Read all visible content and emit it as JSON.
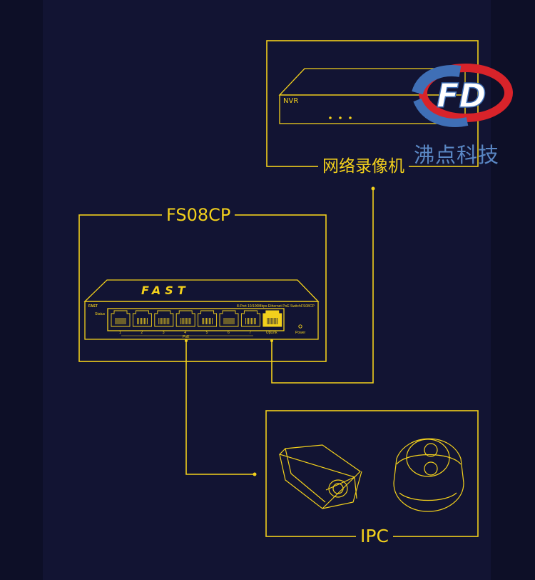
{
  "nvr": {
    "device_label": "NVR",
    "caption": "网络录像机"
  },
  "switch": {
    "model_title": "FS08CP",
    "brand_logo": "FAST",
    "panel_brand": "FAST",
    "panel_desc": "8-Port 10/100Mbps Ethernet PoE Switch",
    "panel_model": "FS08CP",
    "status_label": "Status",
    "port_numbers": [
      "1",
      "2",
      "3",
      "4",
      "5",
      "6",
      "7"
    ],
    "uplink_label": "UpLink",
    "poe_label": "PoE",
    "power_label": "Power"
  },
  "ipc": {
    "caption": "IPC"
  },
  "watermark": {
    "text": "沸点科技",
    "logo_letters": "FD",
    "logo_icon": "fd-logo-icon"
  },
  "colors": {
    "line": "#f2d01c",
    "background": "#121433",
    "logo_red": "#d8232a",
    "logo_blue": "#3f6fb6"
  }
}
